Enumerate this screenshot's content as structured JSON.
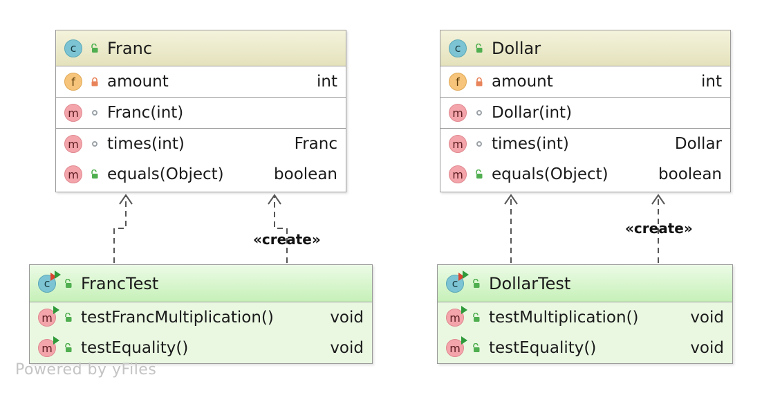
{
  "classes": {
    "franc": {
      "name": "Franc",
      "field": {
        "badge": "f",
        "name": "amount",
        "type": "int"
      },
      "constructor": {
        "badge": "m",
        "name": "Franc(int)"
      },
      "methods": [
        {
          "badge": "m",
          "name": "times(int)",
          "type": "Franc"
        },
        {
          "badge": "m",
          "name": "equals(Object)",
          "type": "boolean"
        }
      ]
    },
    "dollar": {
      "name": "Dollar",
      "field": {
        "badge": "f",
        "name": "amount",
        "type": "int"
      },
      "constructor": {
        "badge": "m",
        "name": "Dollar(int)"
      },
      "methods": [
        {
          "badge": "m",
          "name": "times(int)",
          "type": "Dollar"
        },
        {
          "badge": "m",
          "name": "equals(Object)",
          "type": "boolean"
        }
      ]
    },
    "franc_test": {
      "name": "FrancTest",
      "methods": [
        {
          "badge": "m",
          "name": "testFrancMultiplication()",
          "type": "void"
        },
        {
          "badge": "m",
          "name": "testEquality()",
          "type": "void"
        }
      ]
    },
    "dollar_test": {
      "name": "DollarTest",
      "methods": [
        {
          "badge": "m",
          "name": "testMultiplication()",
          "type": "void"
        },
        {
          "badge": "m",
          "name": "testEquality()",
          "type": "void"
        }
      ]
    }
  },
  "badges": {
    "class": "c"
  },
  "edge_labels": {
    "franc_create": "«create»",
    "dollar_create": "«create»"
  },
  "icons": {
    "class": "class-icon",
    "field": "field-icon",
    "method": "method-icon",
    "public": "public-lock-icon",
    "private": "private-lock-icon",
    "package": "package-dot-icon",
    "run": "run-gutter-icon"
  },
  "colors": {
    "class_header": "#e4e2bc",
    "test_header": "#c6f0b8",
    "test_body": "#eaf8e2",
    "edge": "#555555",
    "public_lock": "#4fae4f",
    "private_lock": "#e8835a"
  },
  "watermark": "Powered by yFiles"
}
